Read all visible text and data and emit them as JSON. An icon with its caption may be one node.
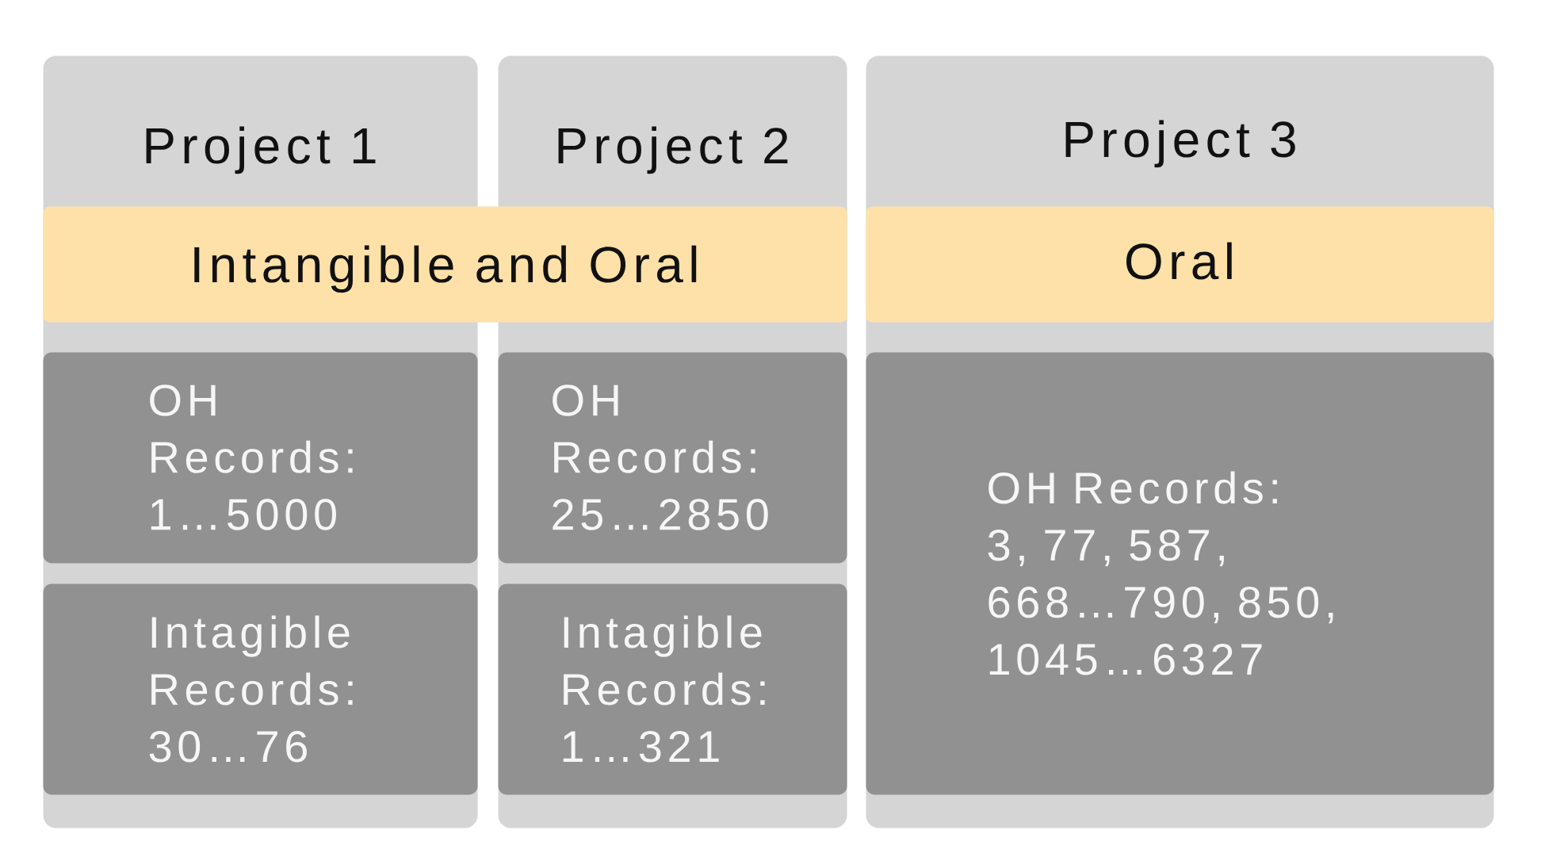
{
  "diagram": {
    "nodes": [
      {
        "text": [
          "Project 1"
        ]
      },
      {
        "text": [
          "Project 2"
        ]
      },
      {
        "text": [
          "Project 3"
        ]
      },
      {
        "text": [
          "Intangible and Oral"
        ]
      },
      {
        "text": [
          "Oral"
        ],
        "in": 2
      },
      {
        "text": [
          "OH Records: 1…5000"
        ],
        "in": 0
      },
      {
        "text": [
          "Intagible Records: 30…76"
        ],
        "in": 0
      },
      {
        "text": [
          "OH Records: 25…2850"
        ],
        "in": 1
      },
      {
        "text": [
          "Intagible Records: 1…321"
        ],
        "in": 1
      },
      {
        "text": [
          "OH Records: 3, 77, 587, 668…790, 850, 1045…6327"
        ],
        "in": 2
      }
    ]
  }
}
